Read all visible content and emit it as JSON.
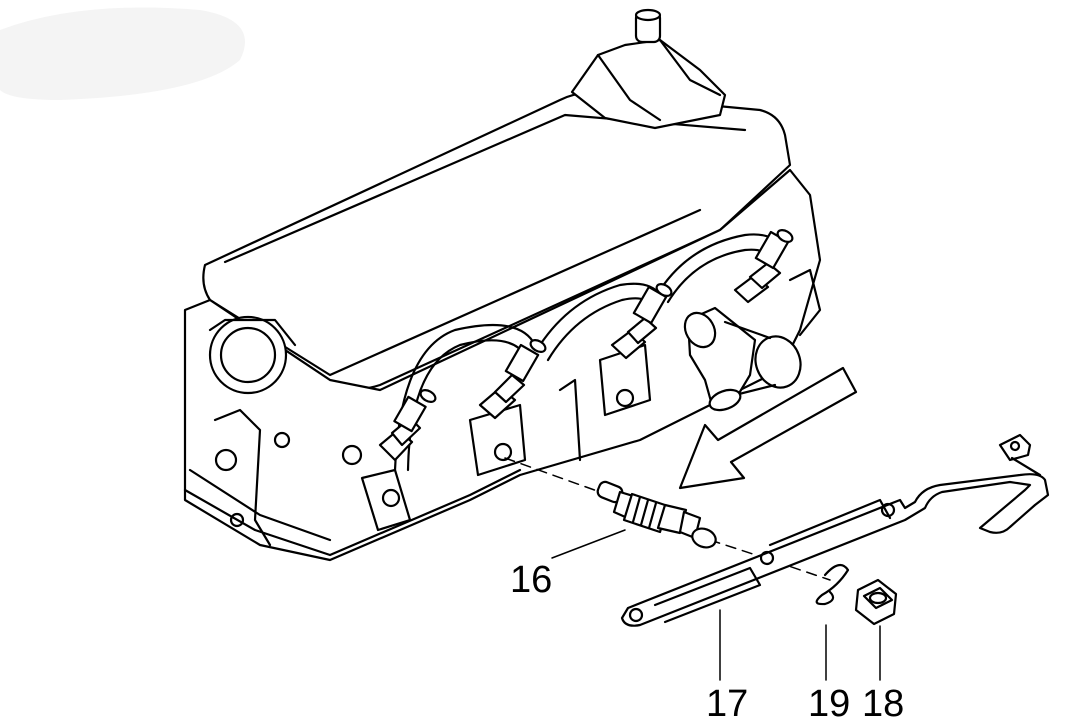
{
  "callouts": [
    {
      "id": "16",
      "label": "16"
    },
    {
      "id": "17",
      "label": "17"
    },
    {
      "id": "19",
      "label": "19"
    },
    {
      "id": "18",
      "label": "18"
    }
  ]
}
